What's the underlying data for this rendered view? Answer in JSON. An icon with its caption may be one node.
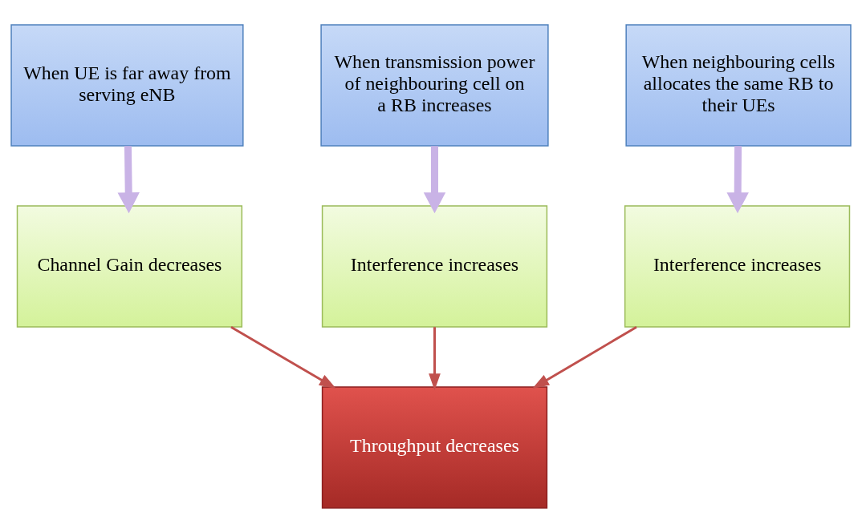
{
  "diagram": {
    "nodes": [
      {
        "text": [
          "When UE is far away from serving eNB"
        ]
      },
      {
        "text": [
          "When transmission power of neighbouring cell on a RB increases"
        ]
      },
      {
        "text": [
          "When neighbouring cells allocates the same RB to their UEs"
        ]
      },
      {
        "text": [
          "Channel Gain decreases"
        ]
      },
      {
        "text": [
          "Interference increases"
        ]
      },
      {
        "text": [
          "Interference increases"
        ]
      },
      {
        "text": [
          "Throughput decreases"
        ]
      }
    ],
    "edges": [
      {
        "from": 0,
        "to": 3,
        "arrow": "to",
        "style": "thick",
        "color": "#c9b3e6"
      },
      {
        "from": 1,
        "to": 4,
        "arrow": "to",
        "style": "thick",
        "color": "#c9b3e6"
      },
      {
        "from": 2,
        "to": 5,
        "arrow": "to",
        "style": "thick",
        "color": "#c9b3e6"
      },
      {
        "from": 3,
        "to": 6,
        "arrow": "to",
        "color": "#c0504d"
      },
      {
        "from": 4,
        "to": 6,
        "arrow": "to",
        "color": "#c0504d"
      },
      {
        "from": 5,
        "to": 6,
        "arrow": "to",
        "color": "#c0504d"
      }
    ]
  }
}
